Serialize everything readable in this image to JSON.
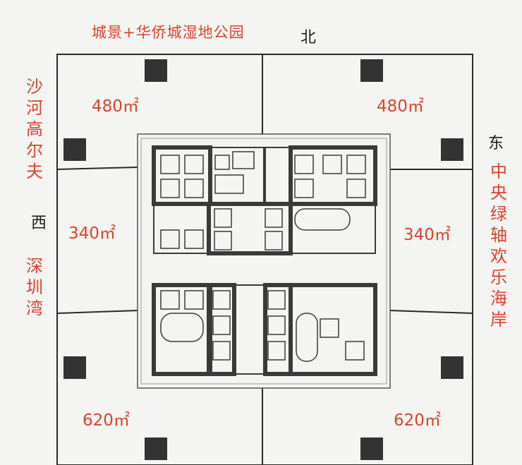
{
  "header": {
    "view_title": "城景+华侨城湿地公园",
    "north": "北"
  },
  "sides": {
    "west_top_view": "沙河高尔夫",
    "west": "西",
    "west_bottom_view": "深圳湾",
    "east": "东",
    "east_view": "中央绿轴欢乐海岸"
  },
  "units": {
    "nw_area": "480㎡",
    "ne_area": "480㎡",
    "w_area": "340㎡",
    "e_area": "340㎡",
    "sw_area": "620㎡",
    "se_area": "620㎡"
  },
  "colors": {
    "label_red": "#d9432e",
    "wall_dark": "#3a3a3a",
    "column_dark": "#333333",
    "outline": "#2a2a2a",
    "background": "#f4f4f2"
  }
}
